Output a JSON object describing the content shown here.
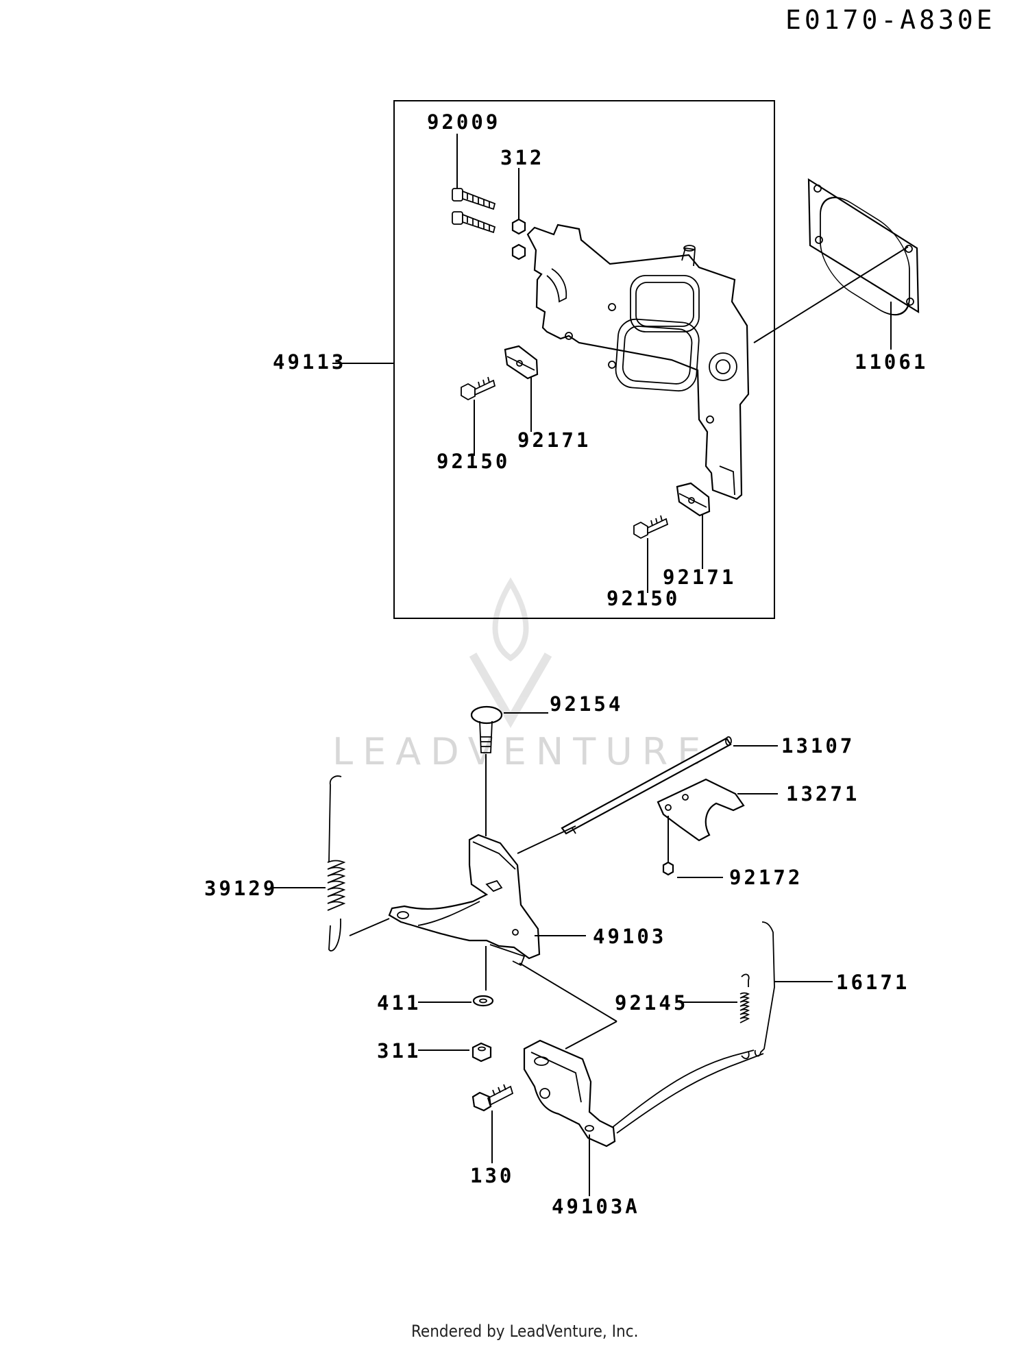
{
  "diagram_id": "E0170-A830E",
  "watermark": "LEADVENTURE",
  "footer": "Rendered by LeadVenture, Inc.",
  "callouts": {
    "p92009": "92009",
    "p312": "312",
    "p49113": "49113",
    "p11061": "11061",
    "p92171a": "92171",
    "p92150a": "92150",
    "p92171b": "92171",
    "p92150b": "92150",
    "p92154": "92154",
    "p13107": "13107",
    "p13271": "13271",
    "p92172": "92172",
    "p39129": "39129",
    "p49103": "49103",
    "p411": "411",
    "p92145": "92145",
    "p16171": "16171",
    "p311": "311",
    "p130": "130",
    "p49103A": "49103A"
  }
}
